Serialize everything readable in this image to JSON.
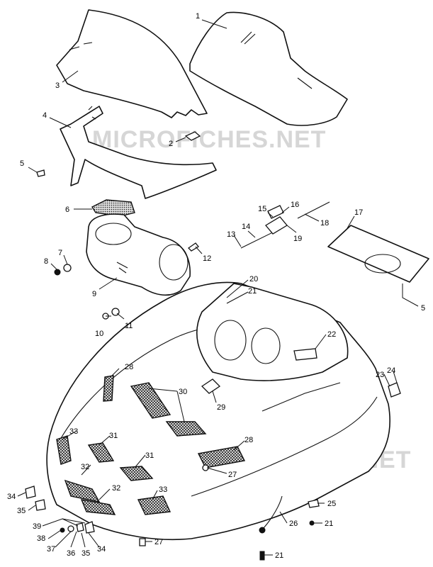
{
  "watermark": "MICROFICHES.NET",
  "callouts": [
    "1",
    "2",
    "3",
    "4",
    "5",
    "6",
    "7",
    "8",
    "9",
    "10",
    "11",
    "12",
    "13",
    "14",
    "15",
    "16",
    "17",
    "18",
    "19",
    "20",
    "21",
    "22",
    "23",
    "24",
    "25",
    "26",
    "27",
    "28",
    "29",
    "30",
    "31",
    "32",
    "33",
    "34",
    "35",
    "36",
    "37",
    "38",
    "39"
  ]
}
